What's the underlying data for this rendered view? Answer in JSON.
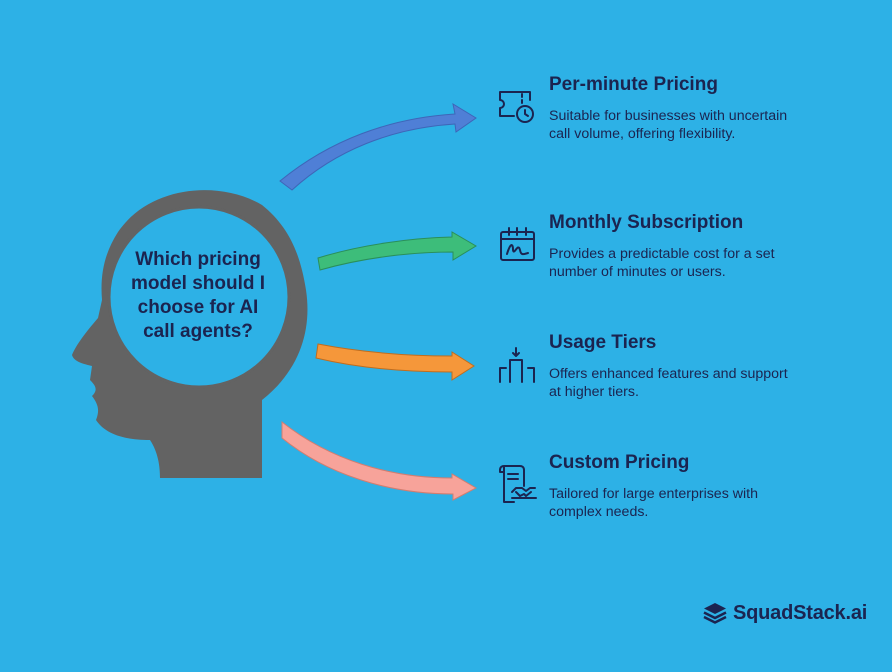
{
  "question": {
    "lines": [
      "Which pricing",
      "model should I",
      "choose for AI",
      "call agents?"
    ]
  },
  "options": [
    {
      "icon": "meter-clock-icon",
      "title": "Per-minute Pricing",
      "description": "Suitable for businesses with uncertain call volume, offering flexibility.",
      "arrow_color": "#4f7fd6"
    },
    {
      "icon": "calendar-signature-icon",
      "title": "Monthly Subscription",
      "description": "Provides a predictable cost for a set number of minutes or users.",
      "arrow_color": "#3dbd7a"
    },
    {
      "icon": "tiers-bars-icon",
      "title": "Usage Tiers",
      "description": "Offers enhanced features and support at higher tiers.",
      "arrow_color": "#f5973a"
    },
    {
      "icon": "contract-handshake-icon",
      "title": "Custom Pricing",
      "description": "Tailored for large enterprises with complex needs.",
      "arrow_color": "#f7a39a"
    }
  ],
  "brand": {
    "name": "SquadStack.ai",
    "icon": "stack-layers-icon"
  },
  "colors": {
    "background": "#2db1e6",
    "head": "#636363",
    "head_inner": "#2db1e6",
    "text": "#1b2450"
  }
}
